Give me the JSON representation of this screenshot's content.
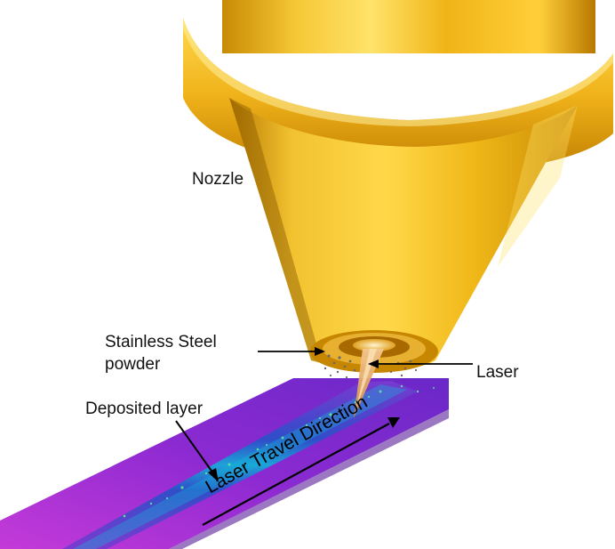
{
  "labels": {
    "nozzle": "Nozzle",
    "powder_line1": "Stainless Steel",
    "powder_line2": "powder",
    "laser": "Laser",
    "deposited_layer": "Deposited layer",
    "travel_direction": "Laser Travel Direction"
  },
  "colors": {
    "nozzle_gold": "#e8a812",
    "nozzle_highlight": "#ffe066",
    "nozzle_shadow": "#a86c00",
    "substrate_purple": "#9a2fd6",
    "substrate_magenta": "#c03ad8",
    "track_blue": "#1a3aa8",
    "track_cyan": "#18c0e0",
    "laser_beam": "#e8b070",
    "powder_gray": "#6a6a6a",
    "arrow": "#000000"
  },
  "icons": {
    "nozzle": "nozzle-shape",
    "laser": "laser-beam-shape",
    "substrate": "substrate-track-shape"
  }
}
